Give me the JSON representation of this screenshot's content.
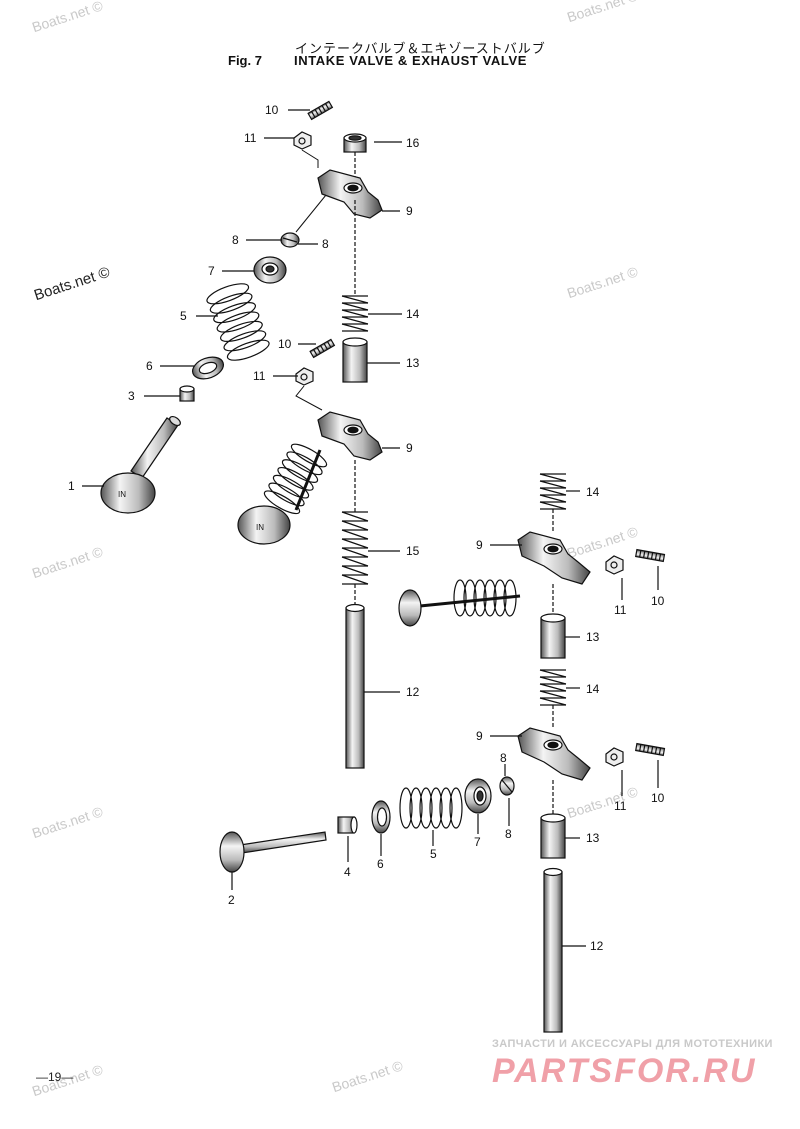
{
  "header": {
    "title_jp": "インテークバルブ＆エキゾーストバルブ",
    "fig_no": "Fig. 7",
    "title_en": "INTAKE VALVE & EXHAUST VALVE"
  },
  "watermarks": {
    "site": "Boats.net ©",
    "site_dark": "Boats.net ©"
  },
  "labels": {
    "l10a": "10",
    "l11a": "11",
    "l16": "16",
    "l9a": "9",
    "l8a": "8",
    "l8b": "8",
    "l7a": "7",
    "l14a": "14",
    "l5a": "5",
    "l10b": "10",
    "l13a": "13",
    "l6a": "6",
    "l11b": "11",
    "l3": "3",
    "l9b": "9",
    "l1": "1",
    "l15": "15",
    "l14b": "14",
    "l9c": "9",
    "l11c": "11",
    "l10c": "10",
    "l13b": "13",
    "l12a": "12",
    "l14c": "14",
    "l9d": "9",
    "l8c": "8",
    "l8d": "8",
    "l11d": "11",
    "l10d": "10",
    "l4": "4",
    "l6b": "6",
    "l5b": "5",
    "l7b": "7",
    "l13c": "13",
    "l2": "2",
    "l12b": "12"
  },
  "valve_marks": {
    "in_top": "IN",
    "in_mid": "IN"
  },
  "footer": {
    "page_no": "—19—",
    "brand_sub": "ЗАПЧАСТИ И АКСЕССУАРЫ ДЛЯ МОТОТЕХНИКИ",
    "brand": "PARTSFOR.RU"
  }
}
